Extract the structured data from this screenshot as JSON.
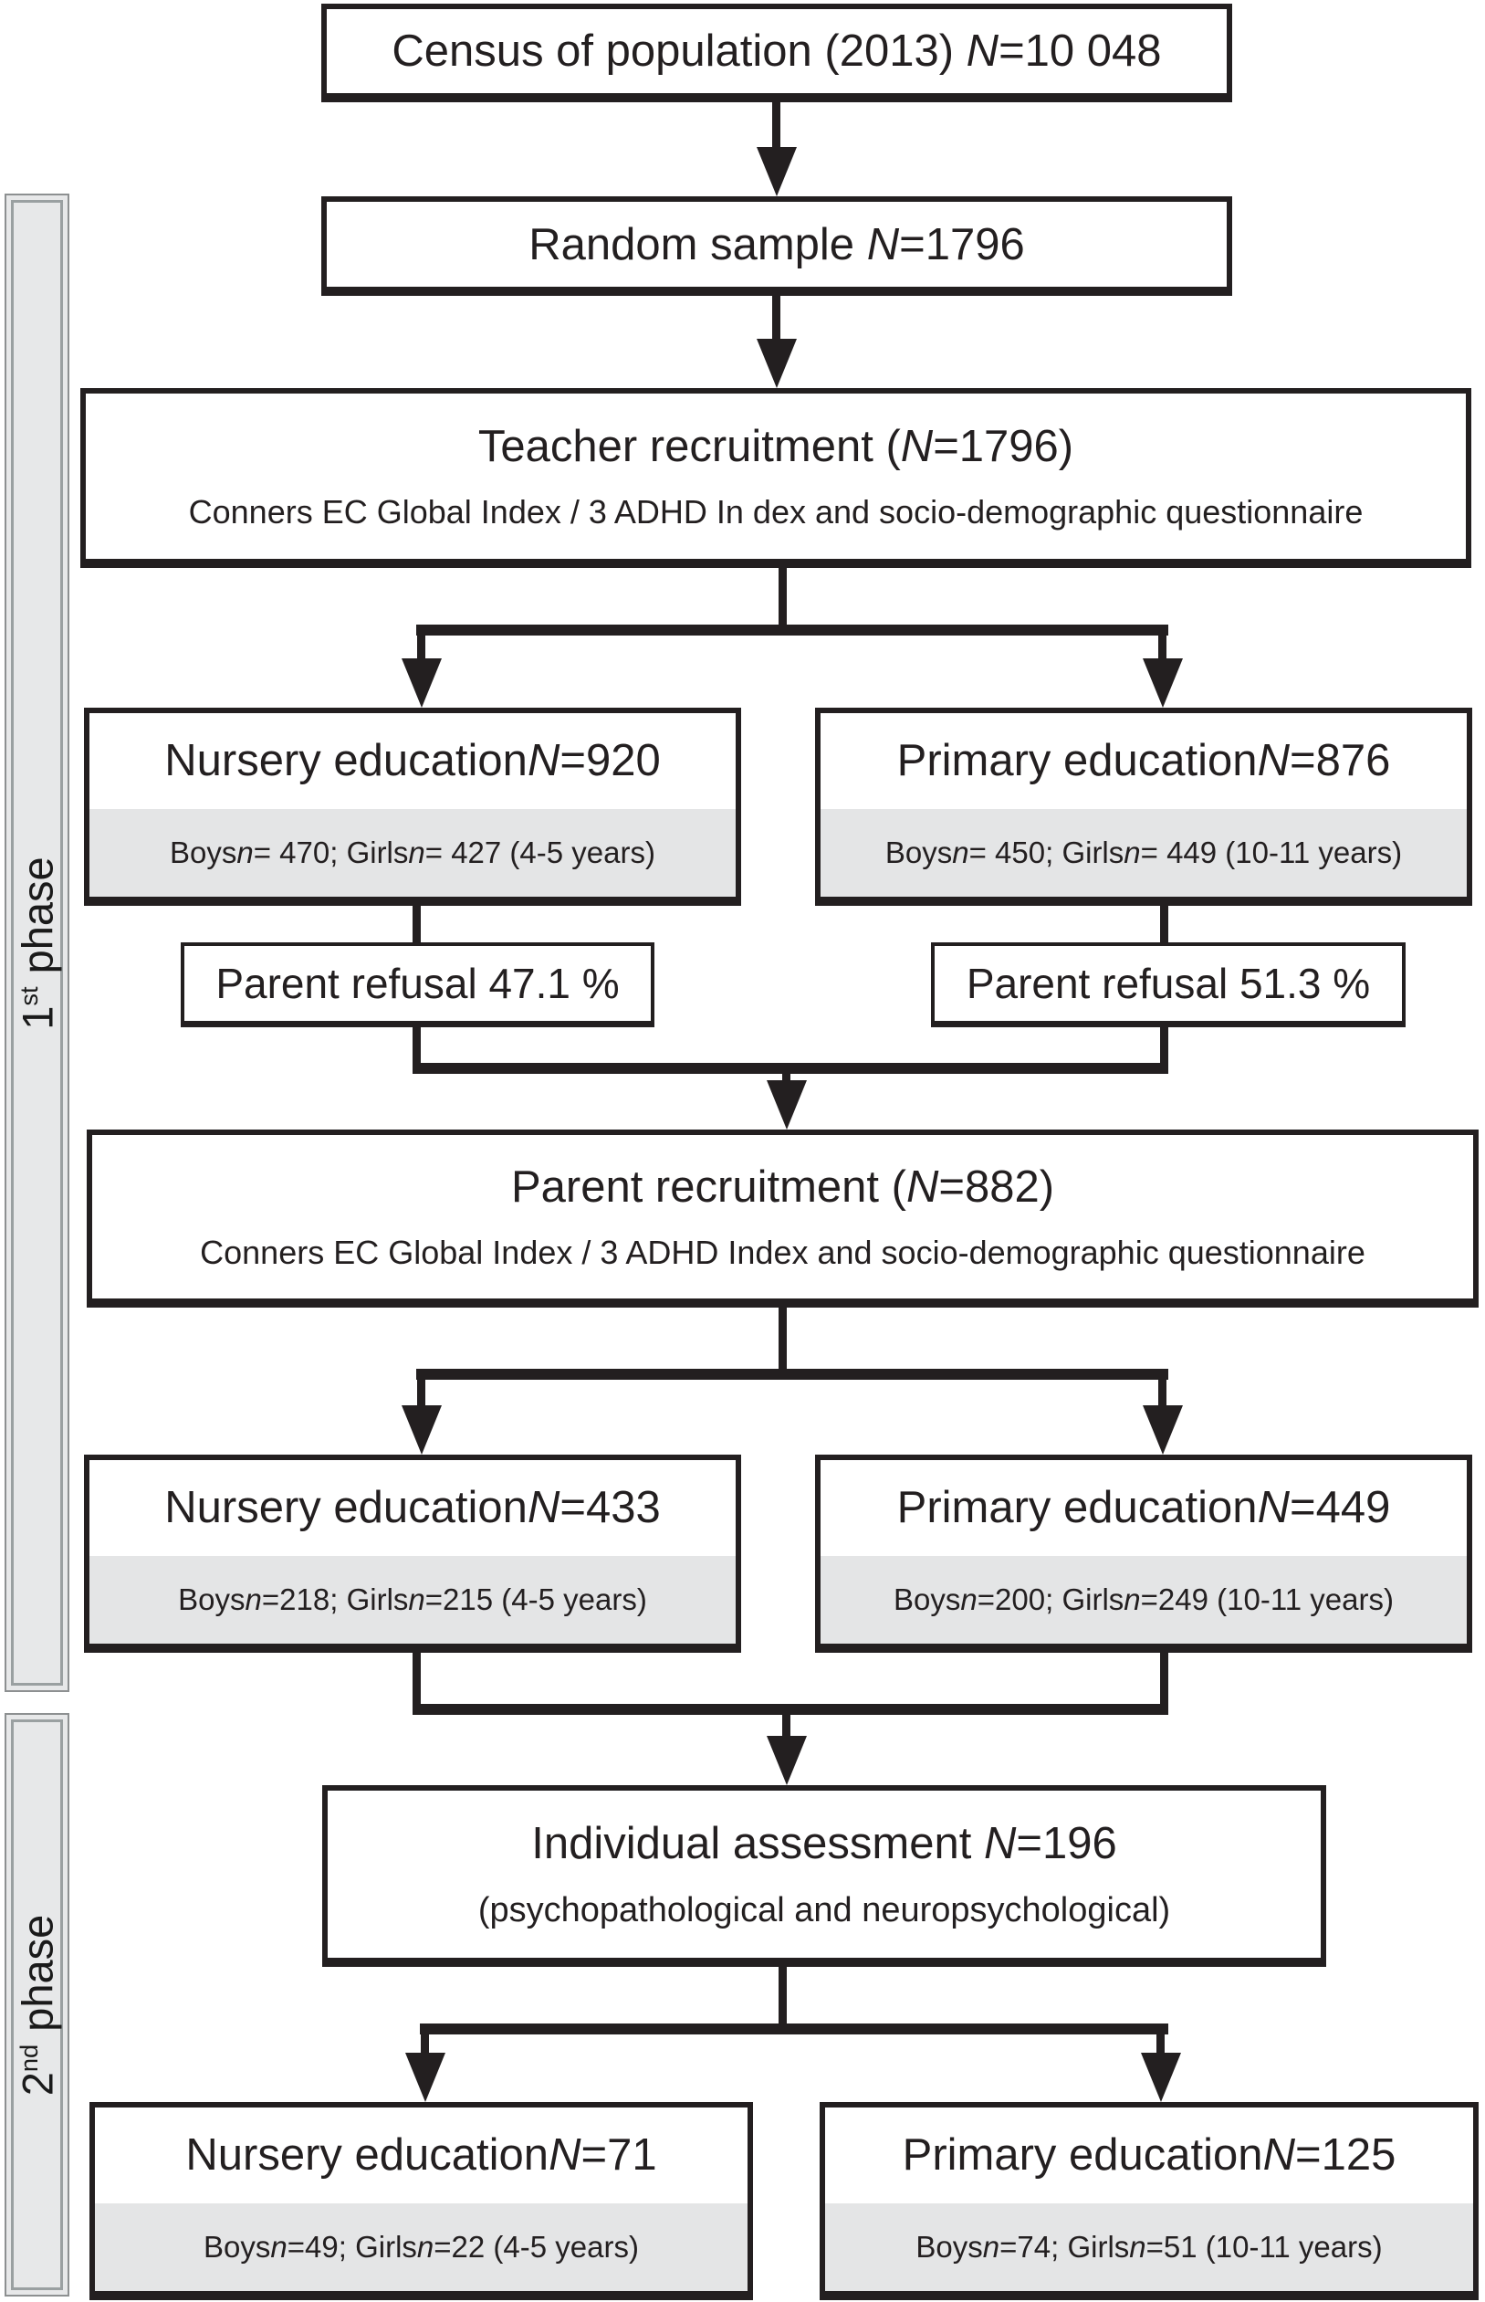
{
  "phases": [
    {
      "num": "1",
      "sup": "st",
      "word": "phase"
    },
    {
      "num": "2",
      "sup": "nd",
      "word": "phase"
    }
  ],
  "boxes": {
    "census": {
      "title": "Census of population (2013) N=10 048"
    },
    "random": {
      "title": "Random sample N=1796"
    },
    "teacher": {
      "title": "Teacher recruitment (N=1796)",
      "subtitle": "Conners EC Global Index / 3 ADHD In dex and socio-demographic questionnaire"
    },
    "nursery1": {
      "title": "Nursery education N=920",
      "detail": "Boys n= 470; Girls n= 427 (4-5 years)"
    },
    "primary1": {
      "title": "Primary education N=876",
      "detail": "Boys n= 450; Girls n= 449 (10-11 years)"
    },
    "refusal_nursery": {
      "label": "Parent refusal 47.1 %"
    },
    "refusal_primary": {
      "label": "Parent refusal 51.3 %"
    },
    "parent": {
      "title": "Parent recruitment (N=882)",
      "subtitle": "Conners EC Global Index / 3 ADHD Index and socio-demographic questionnaire"
    },
    "nursery2": {
      "title": "Nursery education N=433",
      "detail": "Boys n=218; Girls n=215 (4-5 years)"
    },
    "primary2": {
      "title": "Primary education N=449",
      "detail": "Boys n=200; Girls n=249 (10-11 years)"
    },
    "individual": {
      "title": "Individual assessment N=196",
      "subtitle": "(psychopathological and neuropsychological)"
    },
    "nursery3": {
      "title": "Nursery education N=71",
      "detail": "Boys n=49; Girls n=22 (4-5 years)"
    },
    "primary3": {
      "title": "Primary education N=125",
      "detail": "Boys n=74; Girls n=51 (10-11 years)"
    }
  }
}
